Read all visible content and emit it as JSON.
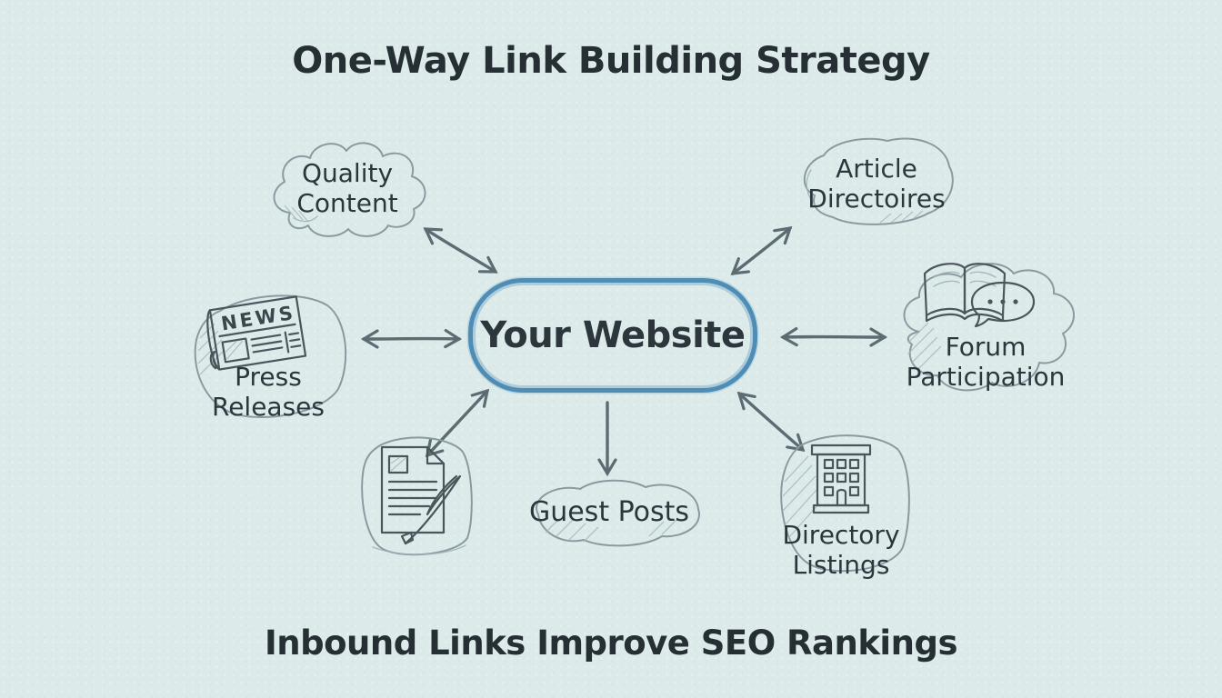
{
  "title": "One-Way Link Building Strategy",
  "caption": "Inbound Links Improve SEO Rankings",
  "center": {
    "label": "Your Website"
  },
  "nodes": {
    "quality_content": {
      "label": "Quality\nContent"
    },
    "article_directories": {
      "label": "Article\nDirectoires"
    },
    "press_releases": {
      "label": "Press\nReleases",
      "newspaper_masthead": "NEWS"
    },
    "forum_participation": {
      "label": "Forum\nParticipation"
    },
    "guest_posts": {
      "label": "Guest Posts"
    },
    "directory_listings": {
      "label": "Directory\nListings"
    },
    "article_writing": {
      "label": ""
    }
  },
  "connections": [
    {
      "from": "your-website",
      "to": "quality-content",
      "direction": "bidirectional"
    },
    {
      "from": "your-website",
      "to": "article-directories",
      "direction": "bidirectional"
    },
    {
      "from": "your-website",
      "to": "press-releases",
      "direction": "bidirectional"
    },
    {
      "from": "your-website",
      "to": "forum-participation",
      "direction": "bidirectional"
    },
    {
      "from": "your-website",
      "to": "article-writing",
      "direction": "bidirectional"
    },
    {
      "from": "your-website",
      "to": "guest-posts",
      "direction": "one-way-to-node"
    },
    {
      "from": "your-website",
      "to": "directory-listings",
      "direction": "bidirectional"
    }
  ],
  "colors": {
    "background": "#dcebea",
    "ink": "#2c363c",
    "sketch_outline": "#8b9aa1",
    "arrow": "#5d6b72",
    "accent_blue": "#4e8db5"
  }
}
